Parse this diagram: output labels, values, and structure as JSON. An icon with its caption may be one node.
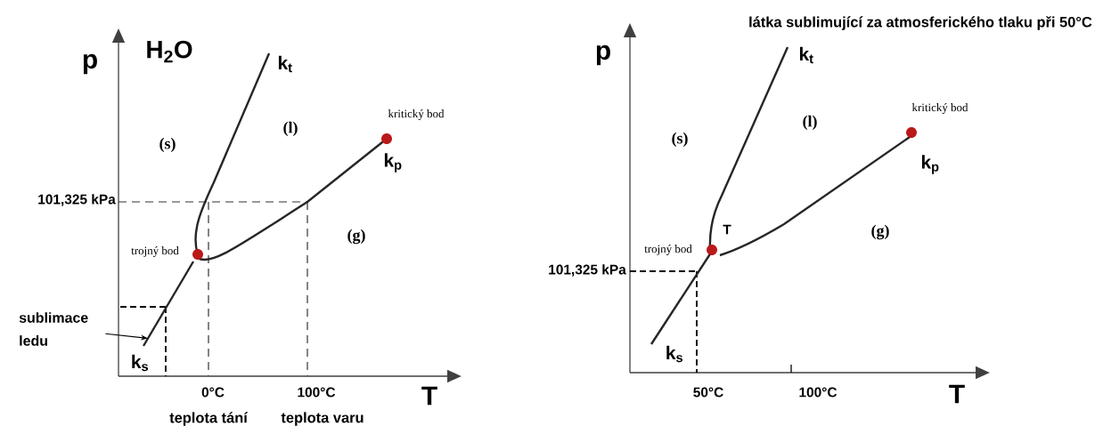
{
  "diagram": {
    "nodes": [
      {
        "text": [
          "sublimace ledu"
        ]
      },
      {
        "text": [],
        "shape": "line"
      }
    ],
    "edges": [
      {
        "from": 0,
        "to": 1,
        "arrow": "to"
      }
    ],
    "labels": [
      "p",
      "H$_{2}$O",
      "k$_{t}$",
      "kritický bod",
      "(l)",
      "(s)",
      "k$_{p}$",
      "101,325 kPa",
      "(g)",
      "trojný bod",
      "k$_{s}$",
      "0°C",
      "100°C",
      "T",
      "teplota tání",
      "teplota varu",
      "látka sublimující za atmosferického tlaku při 50°C",
      "p",
      "k$_{t}$",
      "kritický bod",
      "(l)",
      "(s)",
      "k$_{p}$",
      "T",
      "(g)",
      "trojný bod",
      "101,325 kPa",
      "k$_{s}$",
      "50°C",
      "100°C",
      "T"
    ]
  }
}
